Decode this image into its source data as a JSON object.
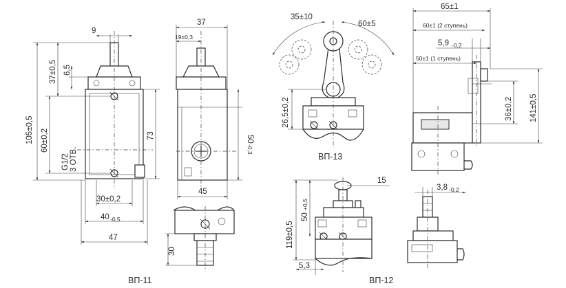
{
  "views": {
    "vp11": {
      "label": "ВП-11"
    },
    "vp12": {
      "label": "ВП-12"
    },
    "vp13": {
      "label": "ВП-13"
    }
  },
  "dims": {
    "d9": "9",
    "d37": "37",
    "d19": "19±0,3",
    "d6_5": "6,5",
    "d37v": "37±0,5",
    "d105": "105±0,5",
    "d60": "60±0,2",
    "d73": "73",
    "d50": "50",
    "d50tol": "-0,3",
    "thread": "G1/2",
    "holes": "3 ОТВ.",
    "d45": "45",
    "d30h": "30±0,2",
    "d40": "40",
    "d40tol": "-0,5",
    "d47": "47",
    "d30v": "30",
    "d35": "35±10",
    "d60a": "60±5",
    "d26_5": "26,5±0,2",
    "d65": "65±1",
    "d60s2": "60±1 (2 ступень)",
    "d5_9": "5,9",
    "d5_9tol": "-0,2",
    "d50s1": "50±1 (1 ступень)",
    "d36": "36±0,2",
    "d141": "141±0,5",
    "d15": "15",
    "d119": "119±0,5",
    "d50b": "50",
    "d50btol": "+0,5",
    "d5_3": "5,3",
    "d3_8": "3,8",
    "d3_8tol": "-0,2"
  }
}
